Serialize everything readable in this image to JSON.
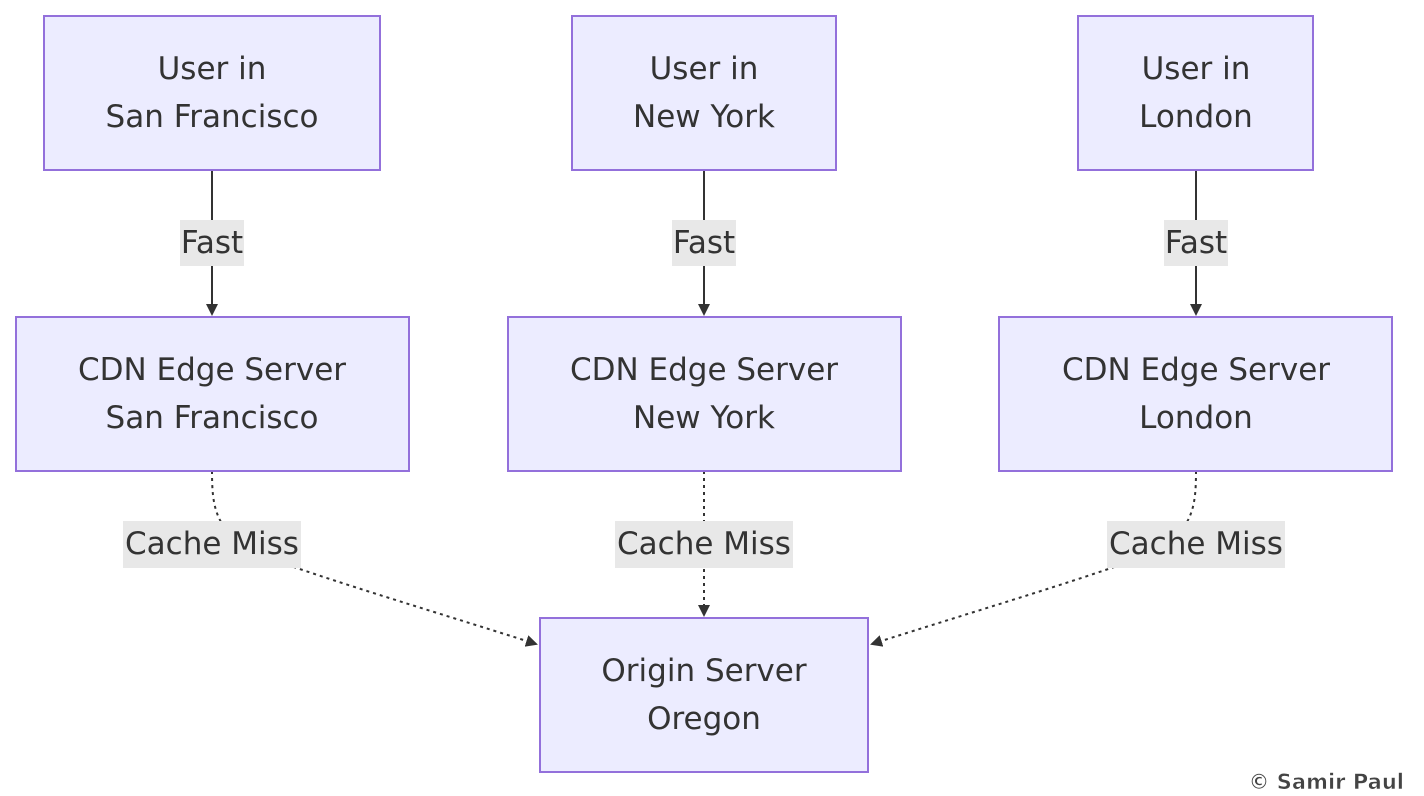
{
  "nodes": {
    "user_sf": {
      "line1": "User in",
      "line2": "San Francisco"
    },
    "user_ny": {
      "line1": "User in",
      "line2": "New York"
    },
    "user_ld": {
      "line1": "User in",
      "line2": "London"
    },
    "cdn_sf": {
      "line1": "CDN Edge Server",
      "line2": "San Francisco"
    },
    "cdn_ny": {
      "line1": "CDN Edge Server",
      "line2": "New York"
    },
    "cdn_ld": {
      "line1": "CDN Edge Server",
      "line2": "London"
    },
    "origin": {
      "line1": "Origin Server",
      "line2": "Oregon"
    }
  },
  "edges": {
    "user_sf_to_cdn_sf": "Fast",
    "user_ny_to_cdn_ny": "Fast",
    "user_ld_to_cdn_ld": "Fast",
    "cdn_sf_to_origin": "Cache Miss",
    "cdn_ny_to_origin": "Cache Miss",
    "cdn_ld_to_origin": "Cache Miss"
  },
  "credit": "© Samir Paul",
  "colors": {
    "node_fill": "#ECECFF",
    "node_stroke": "#9370DB",
    "edge": "#333333",
    "label_bg": "#E8E8E8"
  }
}
